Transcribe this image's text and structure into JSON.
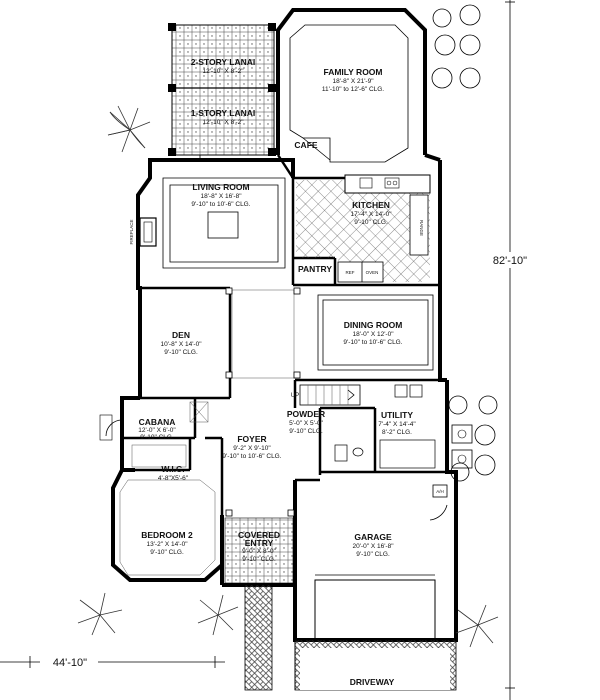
{
  "rooms": {
    "lanai2": {
      "name": "2-STORY LANAI",
      "dims": [
        "12'-10\" X 8'-2\""
      ]
    },
    "lanai1": {
      "name": "1-STORY LANAI",
      "dims": [
        "12'-10\" X 8'-2\""
      ]
    },
    "family": {
      "name": "FAMILY ROOM",
      "dims": [
        "18'-8\" X 21'-9\"",
        "11'-10\" to 12'-6\" CLG."
      ]
    },
    "cafe": {
      "name": "CAFE",
      "dims": []
    },
    "living": {
      "name": "LIVING ROOM",
      "dims": [
        "18'-8\" X 16'-8\"",
        "9'-10\" to 10'-6\" CLG."
      ]
    },
    "kitchen": {
      "name": "KITCHEN",
      "dims": [
        "17'-4\" X 14'-0\"",
        "9'-10\" CLG."
      ]
    },
    "pantry": {
      "name": "PANTRY",
      "dims": []
    },
    "den": {
      "name": "DEN",
      "dims": [
        "10'-8\" X 14'-0\"",
        "9'-10\" CLG."
      ]
    },
    "dining": {
      "name": "DINING ROOM",
      "dims": [
        "18'-0\" X 12'-0\"",
        "9'-10\" to 10'-6\" CLG."
      ]
    },
    "cabana": {
      "name": "CABANA",
      "dims": [
        "12'-0\" X 6'-0\"",
        "9'-10\" CLG."
      ]
    },
    "powder": {
      "name": "POWDER",
      "dims": [
        "5'-0\" X 5'-0\"",
        "9'-10\" CLG."
      ]
    },
    "utility": {
      "name": "UTILITY",
      "dims": [
        "7'-4\" X 14'-4\"",
        "8'-2\" CLG."
      ]
    },
    "foyer": {
      "name": "FOYER",
      "dims": [
        "9'-2\" X 9'-10\"",
        "9'-10\" to 10'-6\" CLG."
      ]
    },
    "wic": {
      "name": "W.I.C.",
      "dims": [
        "4'-8\"X5'-6\""
      ]
    },
    "bedroom2": {
      "name": "BEDROOM 2",
      "dims": [
        "13'-2\" X 14'-0\"",
        "9'-10\" CLG."
      ]
    },
    "entry": {
      "name": "COVERED ENTRY",
      "dims": [
        "9'-0\" X 8'-0\"",
        "9'-10\" CLG."
      ]
    },
    "garage": {
      "name": "GARAGE",
      "dims": [
        "20'-0\" X 16'-8\"",
        "9'-10\" CLG."
      ]
    }
  },
  "labels": {
    "fireplace": "FIREPLACE",
    "range": "RANGE",
    "ref": "REF",
    "oven": "OVEN",
    "up": "UP",
    "ah": "A/H",
    "driveway": "DRIVEWAY"
  },
  "dimensions": {
    "depth": "82'-10\"",
    "width": "44'-10\""
  }
}
